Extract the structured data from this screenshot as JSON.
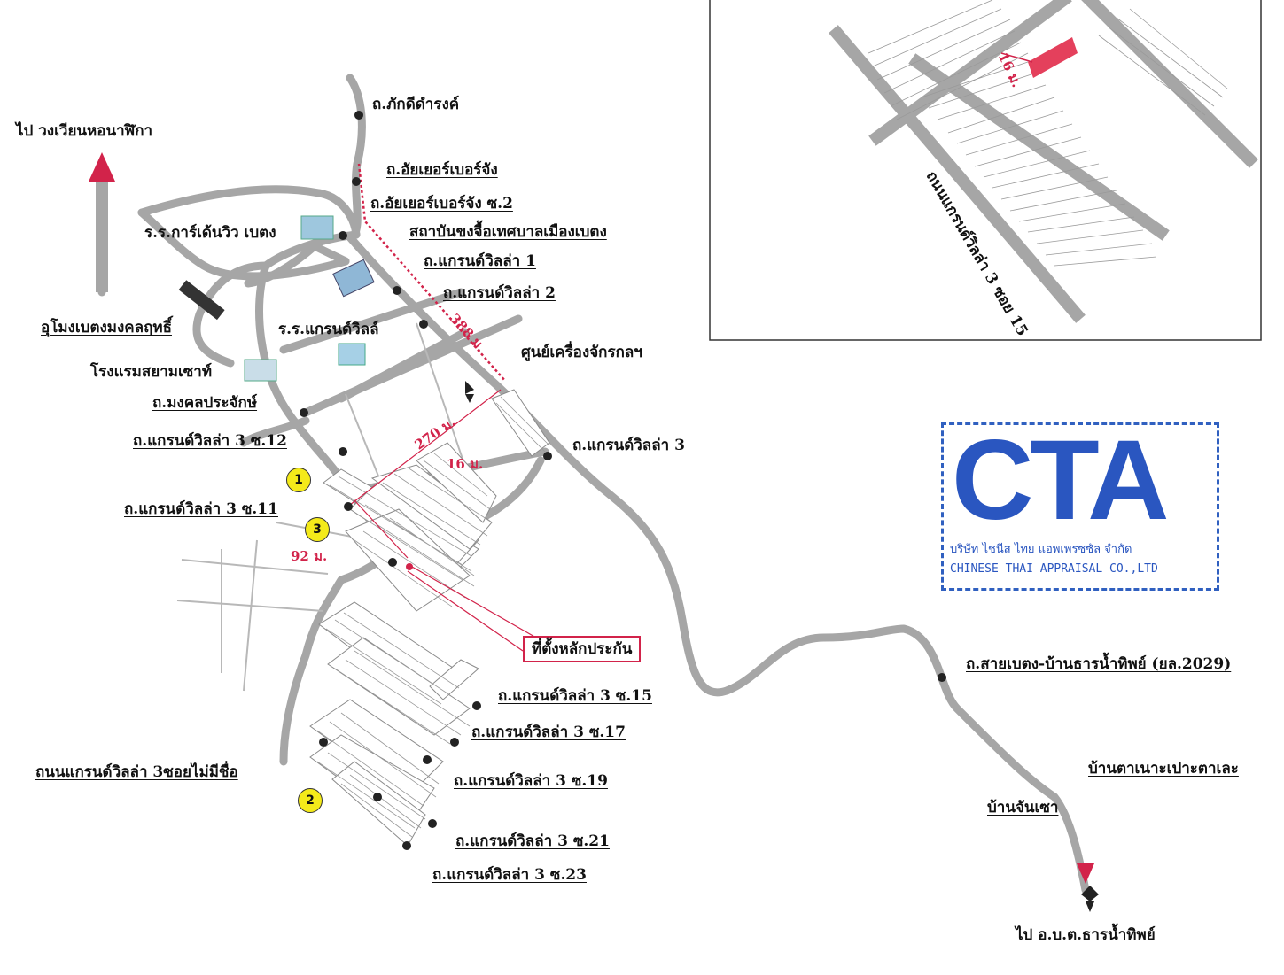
{
  "labels": {
    "to_circle": "ไป วงเวียนหอนาฬิกา",
    "r_phakdi": "ถ.ภักดีดำรงค์",
    "r_ayer": "ถ.อัยเยอร์เบอร์จัง",
    "r_ayer_s2": "ถ.อัยเยอร์เบอร์จัง ซ.2",
    "school_garden": "ร.ร.การ์เด้นวิว เบตง",
    "institute": "สถาบันขงจื้อเทศบาลเมืองเบตง",
    "r_gv1": "ถ.แกรนด์วิลล่า 1",
    "r_gv2": "ถ.แกรนด์วิลล่า 2",
    "tunnel": "อุโมงเบตงมงคลฤทธิ์",
    "school_gv": "ร.ร.แกรนด์วิลล์",
    "hotel": "โรงแรมสยามเซาท์",
    "machine_center": "ศูนย์เครื่องจักรกลฯ",
    "r_mongkol": "ถ.มงคลประจักษ์",
    "r_gv3": "ถ.แกรนด์วิลล่า 3",
    "r_gv3_s12": "ถ.แกรนด์วิลล่า 3 ซ.12",
    "r_gv3_s11": "ถ.แกรนด์วิลล่า 3 ซ.11",
    "collateral": "ที่ตั้งหลักประกัน",
    "r_saibetong": "ถ.สายเบตง-บ้านธารน้ำทิพย์ (ยล.2029)",
    "r_gv3_s15": "ถ.แกรนด์วิลล่า 3 ซ.15",
    "r_gv3_s17": "ถ.แกรนด์วิลล่า 3 ซ.17",
    "r_gv3_noname": "ถนนแกรนด์วิลล่า 3ซอยไม่มีชื่อ",
    "r_gv3_s19": "ถ.แกรนด์วิลล่า 3 ซ.19",
    "ban_tana": "บ้านตาเนาะเปาะตาเละ",
    "ban_jansao": "บ้านจันเซา",
    "r_gv3_s21": "ถ.แกรนด์วิลล่า 3 ซ.21",
    "r_gv3_s23": "ถ.แกรนด์วิลล่า 3 ซ.23",
    "to_tambon": "ไป อ.บ.ต.ธารน้ำทิพย์",
    "inset_road": "ถนนแกรนด์วิลล่า 3 ซอย 15"
  },
  "distances": {
    "d388": "388 ม.",
    "d270": "270 ม.",
    "d16": "16 ม.",
    "d92": "92 ม.",
    "inset_d16": "16 ม."
  },
  "markers": {
    "m1": "1",
    "m2": "2",
    "m3": "3"
  },
  "stamp": {
    "logo": "CTA",
    "line_th": "บริษัท ไชนีส ไทย แอพเพรซซัล จำกัด",
    "line_en": "CHINESE THAI APPRAISAL CO.,LTD"
  },
  "colors": {
    "road": "#a6a6a6",
    "accent_red": "#d2234a",
    "stamp_blue": "#2a56c0",
    "marker_yellow": "#f4ea1a"
  }
}
